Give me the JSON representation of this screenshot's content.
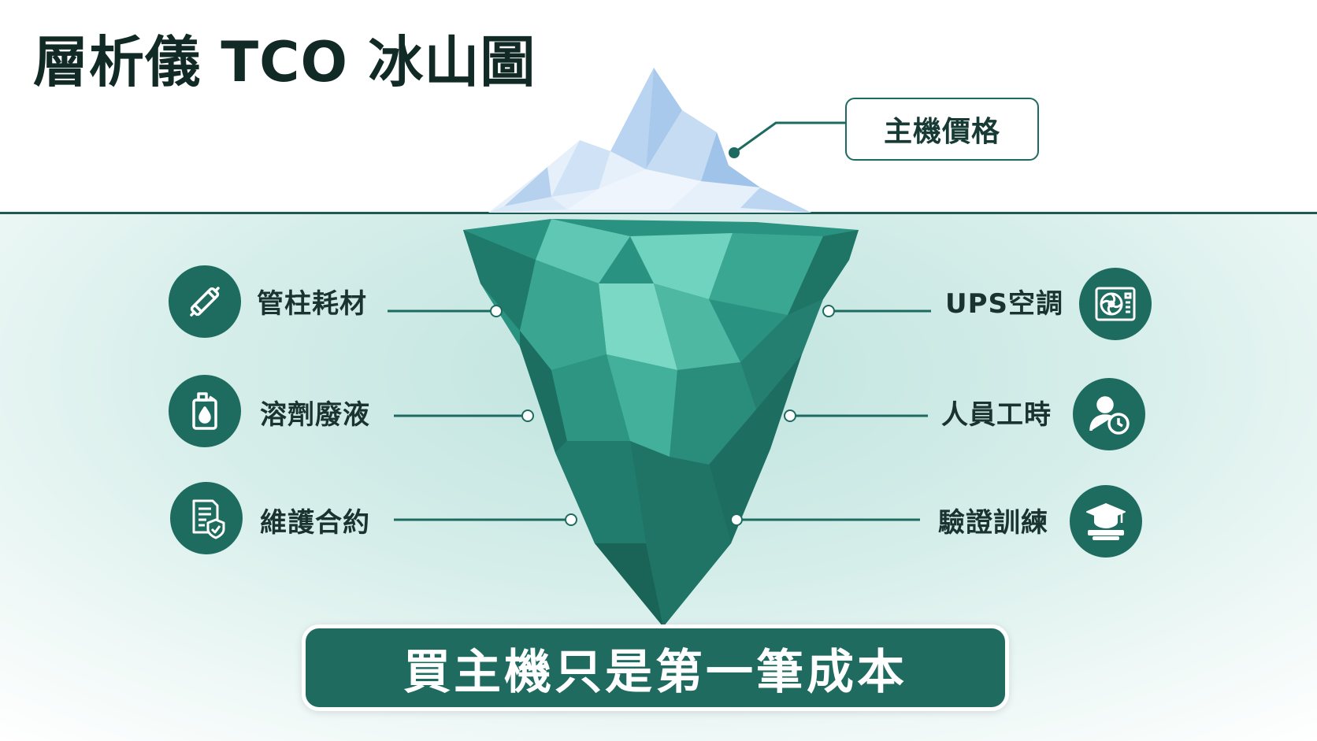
{
  "title": "層析儀 TCO 冰山圖",
  "tip": {
    "label": "主機價格"
  },
  "left_items": [
    {
      "label": "管柱耗材",
      "icon": "column-icon"
    },
    {
      "label": "溶劑廢液",
      "icon": "solvent-bottle-icon"
    },
    {
      "label": "維護合約",
      "icon": "contract-shield-icon"
    }
  ],
  "right_items": [
    {
      "label": "UPS空調",
      "icon": "ups-ac-unit-icon"
    },
    {
      "label": "人員工時",
      "icon": "person-clock-icon"
    },
    {
      "label": "驗證訓練",
      "icon": "graduation-cap-icon"
    }
  ],
  "banner": {
    "text": "買主機只是第一筆成本"
  },
  "colors": {
    "primary": "#1f6b5f",
    "water": "#cde9e5",
    "ice_tip": "#d6e8f8",
    "iceberg_under": "#2e9c88",
    "text_dark": "#16312c"
  }
}
